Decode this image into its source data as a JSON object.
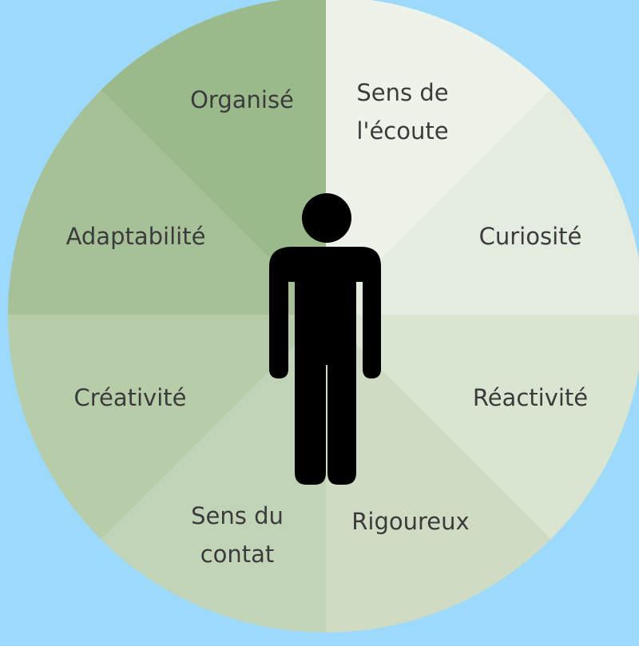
{
  "background": "#9dd9fb",
  "wheel": {
    "segments": [
      {
        "lines": [
          "Sens de",
          "l'écoute"
        ],
        "color": "#eef3ea"
      },
      {
        "lines": [
          "Curiosité"
        ],
        "color": "#e4ecdf"
      },
      {
        "lines": [
          "Réactivité"
        ],
        "color": "#d9e5d1"
      },
      {
        "lines": [
          "Rigoureux"
        ],
        "color": "#cfdcc3"
      },
      {
        "lines": [
          "Sens du",
          "contat"
        ],
        "color": "#c2d4b7"
      },
      {
        "lines": [
          "Créativité"
        ],
        "color": "#b7cca8"
      },
      {
        "lines": [
          "Adaptabilité"
        ],
        "color": "#a6c198"
      },
      {
        "lines": [
          "Organisé"
        ],
        "color": "#9aba8b"
      }
    ]
  },
  "center_icon": {
    "name": "person-icon",
    "color": "#000000"
  }
}
